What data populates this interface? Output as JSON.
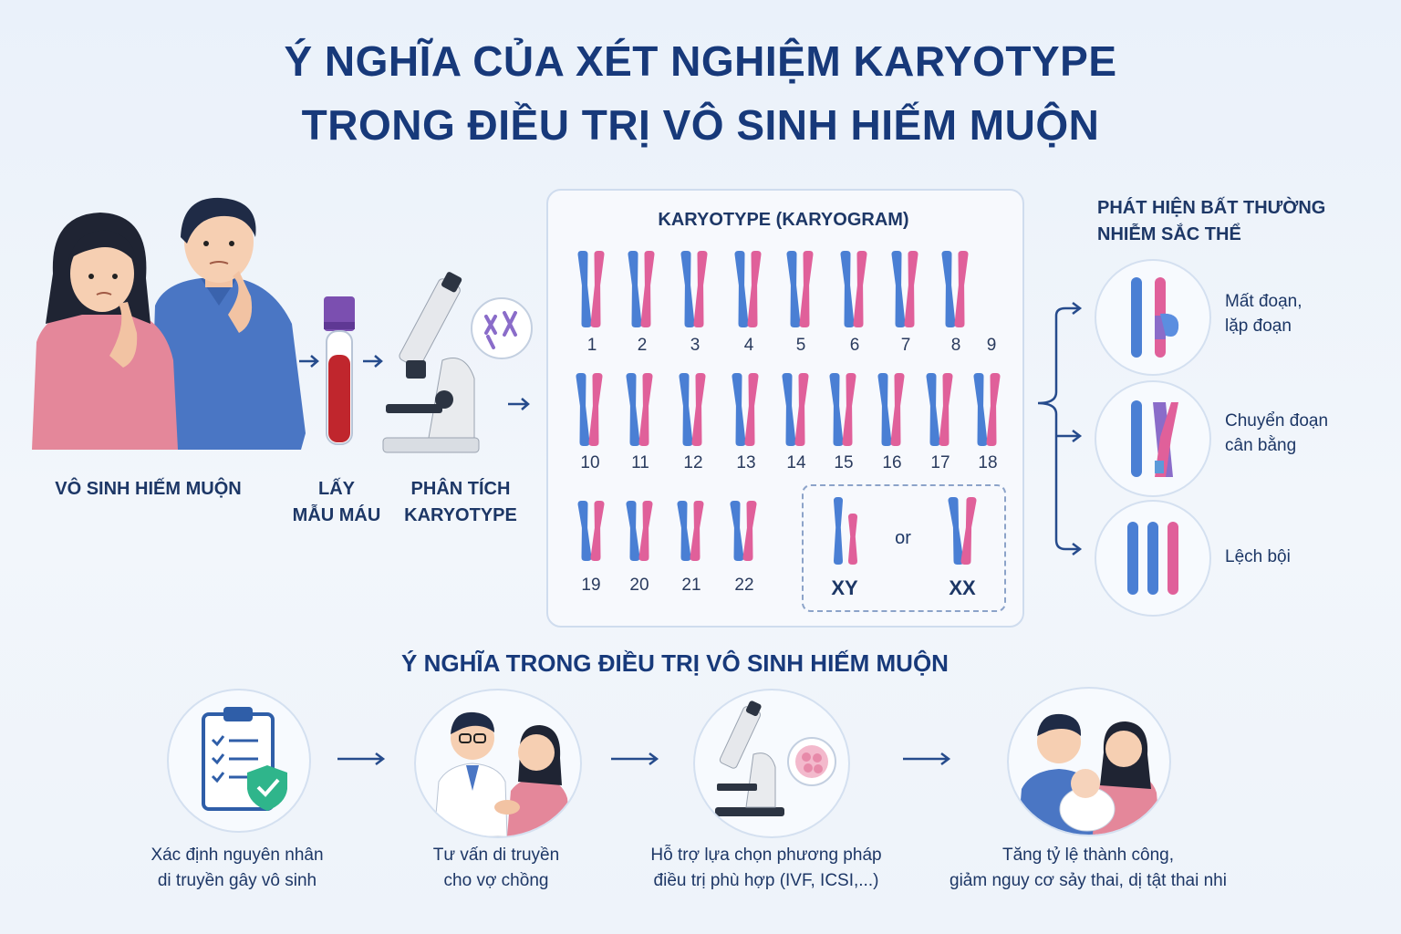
{
  "title": {
    "line1": "Ý NGHĨA CỦA XÉT NGHIỆM KARYOTYPE",
    "line2": "TRONG ĐIỀU TRỊ VÔ SINH HIẾM MUỘN"
  },
  "steps": {
    "couple": "VÔ SINH HIẾM MUỘN",
    "blood_line1": "LẤY",
    "blood_line2": "MẪU MÁU",
    "analysis_line1": "PHÂN TÍCH",
    "analysis_line2": "KARYOTYPE"
  },
  "karyogram": {
    "title": "KARYOTYPE (KARYOGRAM)",
    "numbers": [
      "1",
      "2",
      "3",
      "4",
      "5",
      "6",
      "7",
      "8",
      "9",
      "10",
      "11",
      "12",
      "13",
      "14",
      "15",
      "16",
      "17",
      "18",
      "19",
      "20",
      "21",
      "22"
    ],
    "sex_male": "XY",
    "sex_or": "or",
    "sex_female": "XX"
  },
  "abnormal": {
    "title_line1": "PHÁT HIỆN BẤT THƯỜNG",
    "title_line2": "NHIỄM SẮC THỂ",
    "items": [
      {
        "line1": "Mất đoạn,",
        "line2": "lặp đoạn"
      },
      {
        "line1": "Chuyển đoạn",
        "line2": "cân bằng"
      },
      {
        "line1": "Lệch bội",
        "line2": ""
      }
    ]
  },
  "meaning": {
    "title": "Ý NGHĨA TRONG ĐIỀU TRỊ VÔ SINH HIẾM MUỘN",
    "items": [
      {
        "line1": "Xác định nguyên nhân",
        "line2": "di truyền gây vô sinh",
        "icon": "clipboard-shield-icon"
      },
      {
        "line1": "Tư vấn di truyền",
        "line2": "cho vợ chồng",
        "icon": "doctor-consult-icon"
      },
      {
        "line1": "Hỗ trợ lựa chọn phương pháp",
        "line2": "điều trị phù hợp (IVF, ICSI,...)",
        "icon": "microscope-embryo-icon"
      },
      {
        "line1": "Tăng tỷ lệ thành công,",
        "line2": "giảm nguy cơ sảy thai, dị tật thai nhi",
        "icon": "happy-family-icon"
      }
    ]
  },
  "colors": {
    "title": "#17397a",
    "chromosome_blue": "#4a7fd4",
    "chromosome_pink": "#e0609a",
    "arrow": "#264b8c"
  }
}
